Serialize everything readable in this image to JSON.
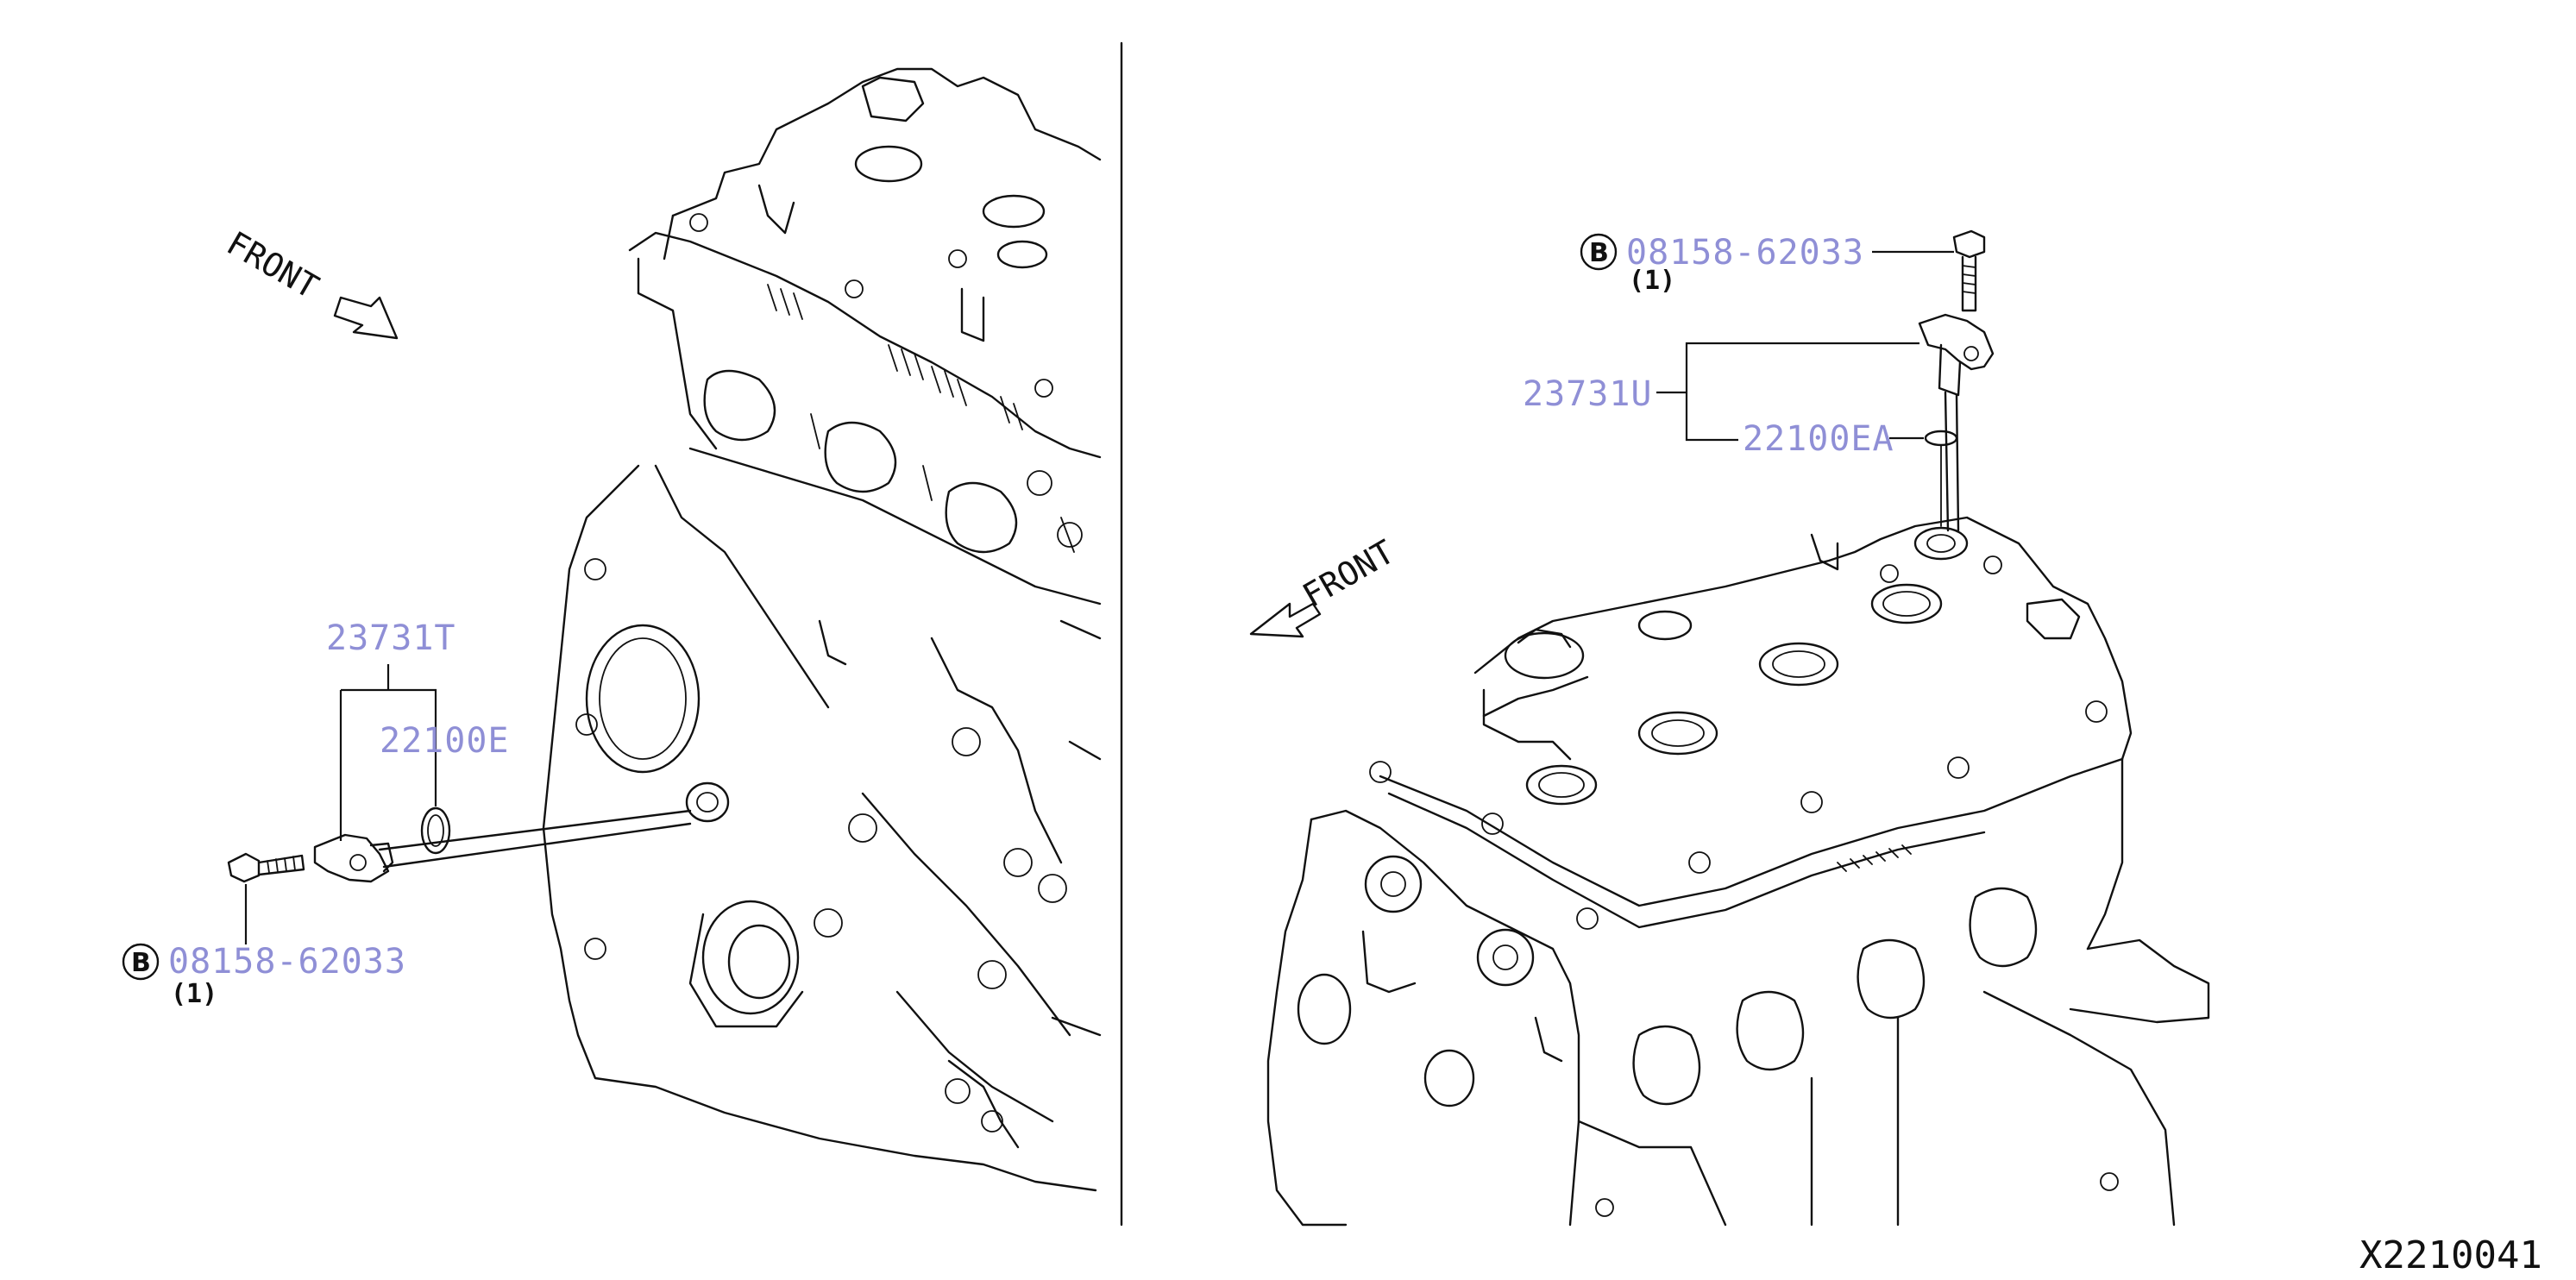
{
  "left_view": {
    "front_label": "FRONT",
    "sensor_assembly_number": "23731T",
    "o_ring_number": "22100E",
    "bolt_callout_letter": "B",
    "bolt_number": "08158-62033",
    "bolt_quantity": "(1)"
  },
  "right_view": {
    "front_label": "FRONT",
    "sensor_assembly_number": "23731U",
    "o_ring_number": "22100EA",
    "bolt_callout_letter": "B",
    "bolt_number": "08158-62033",
    "bolt_quantity": "(1)"
  },
  "figure_code": "X2210041",
  "colors": {
    "part_number": "#8f8fd6",
    "line": "#111111",
    "background": "#ffffff"
  }
}
